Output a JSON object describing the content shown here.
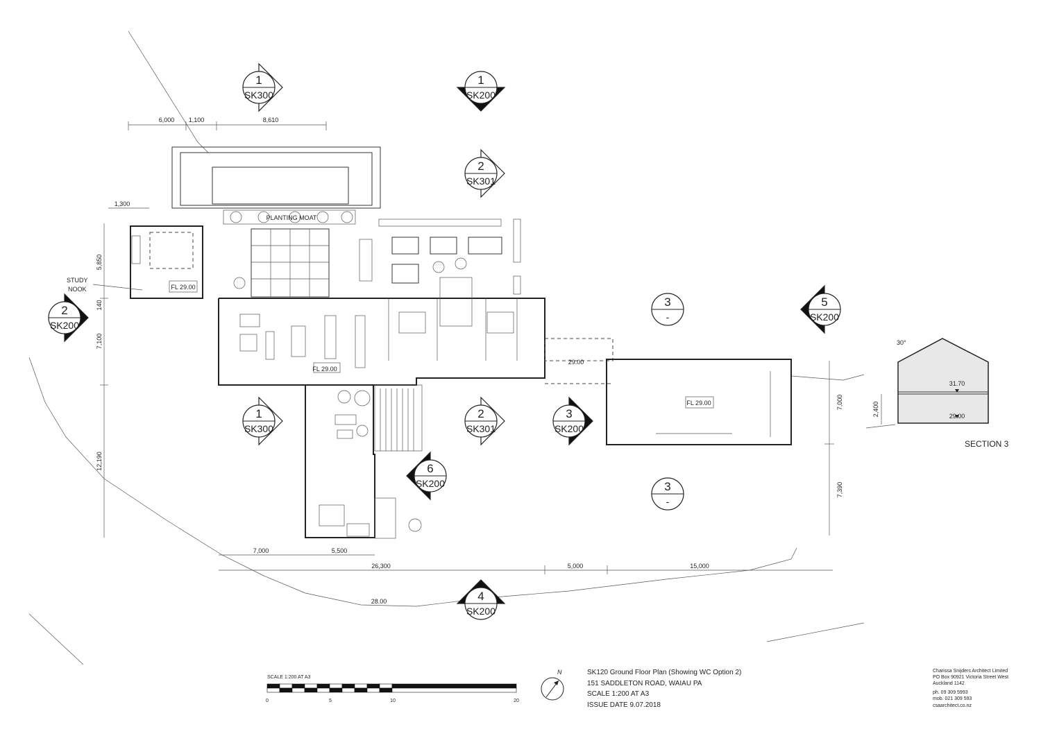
{
  "drawing": {
    "title": "SK120 Ground Floor Plan (Showing WC Option 2)",
    "address": "151 SADDLETON ROAD, WAIAU PA",
    "scale": "SCALE 1:200 AT A3",
    "issue_date": "ISSUE DATE 9.07.2018"
  },
  "firm": {
    "lines": [
      "Charissa Snijders Architect Limited",
      "PO Box 90921 Victoria Street West",
      "Auckland 1142",
      "ph. 09 309 5993",
      "mob. 021 309 593",
      "csaarchitect.co.nz"
    ]
  },
  "scale_bar": {
    "label": "SCALE 1:200 AT A3",
    "ticks": [
      "0",
      "5",
      "10",
      "20"
    ]
  },
  "north_arrow": {
    "label": "N"
  },
  "section_tags": [
    {
      "num": "1",
      "ref": "SK300"
    },
    {
      "num": "1",
      "ref": "SK200"
    },
    {
      "num": "2",
      "ref": "SK301"
    },
    {
      "num": "2",
      "ref": "SK200"
    },
    {
      "num": "3",
      "ref": "-"
    },
    {
      "num": "5",
      "ref": "SK200"
    },
    {
      "num": "1",
      "ref": "SK300"
    },
    {
      "num": "2",
      "ref": "SK301"
    },
    {
      "num": "3",
      "ref": "SK200"
    },
    {
      "num": "3",
      "ref": "-"
    },
    {
      "num": "6",
      "ref": "SK200"
    },
    {
      "num": "4",
      "ref": "SK200"
    }
  ],
  "dimensions": {
    "top": [
      "6,000",
      "1,100",
      "8,610"
    ],
    "left_small": "1,300",
    "left": [
      "5,850",
      "140",
      "7,100",
      "12,190"
    ],
    "bottom_row1": [
      "7,000",
      "5,500"
    ],
    "bottom_row2": [
      "26,300",
      "5,000",
      "15,000"
    ],
    "right": [
      "7,000",
      "7,390"
    ],
    "section": "2,400"
  },
  "labels": {
    "planting_moat": "PLANTING MOAT",
    "study_nook_line1": "STUDY",
    "study_nook_line2": "NOOK",
    "fl_study": "FL 29.00",
    "fl_main": "FL 29.00",
    "fl_shed": "FL 29.00",
    "level_29_deck": "29.00",
    "contour_28": "28.00",
    "section_angle": "30°",
    "section_level_upper": "31.70",
    "section_level_lower": "29.00",
    "section_title": "SECTION 3"
  }
}
